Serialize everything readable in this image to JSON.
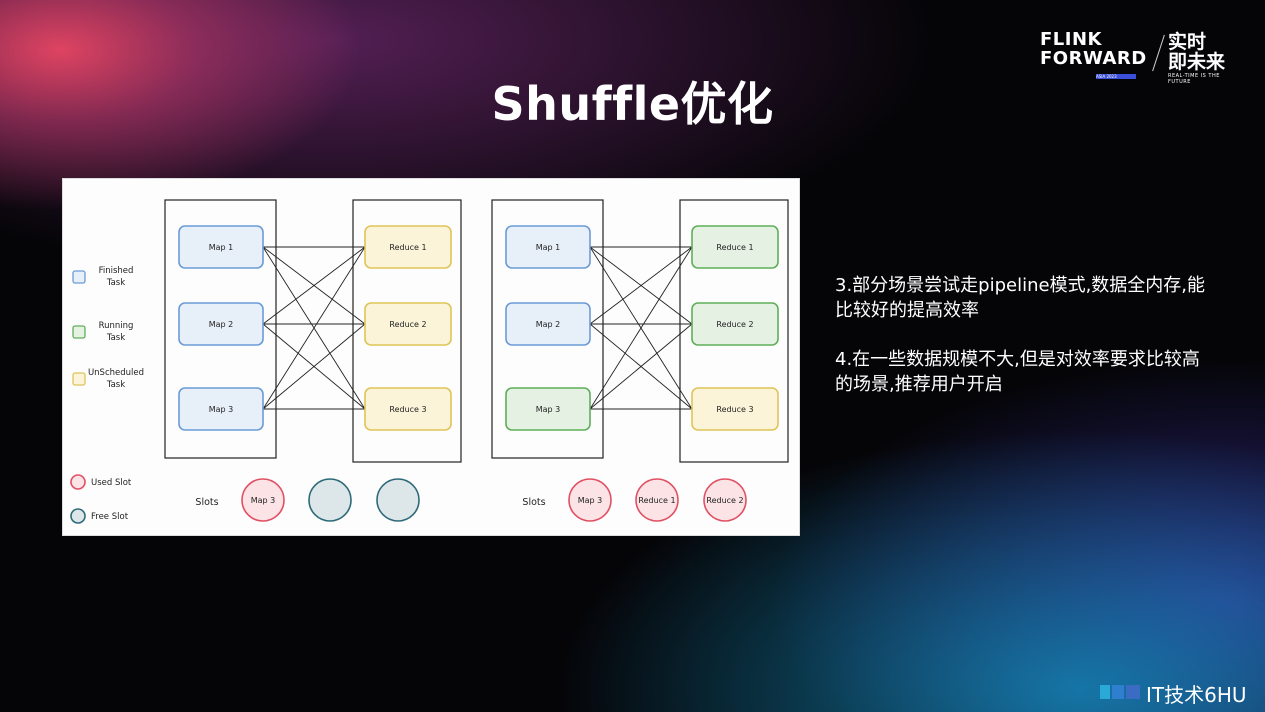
{
  "title": "Shuffle优化",
  "logo": {
    "line1": "FLINK",
    "line2": "FORWARD",
    "badge": "ASIA 2023",
    "cn1": "实时",
    "cn2": "即未来",
    "en": "REAL-TIME IS THE FUTURE"
  },
  "legend": {
    "finished": "Finished Task",
    "running": "Running Task",
    "unscheduled": "UnScheduled Task",
    "used_slot": "Used Slot",
    "free_slot": "Free Slot"
  },
  "colors": {
    "finished": "#6b9bd6",
    "running": "#5fae5a",
    "unscheduled": "#e0c458",
    "used": "#e05064",
    "free": "#2e6a78"
  },
  "left_panel": {
    "maps": [
      "Map 1",
      "Map 2",
      "Map 3"
    ],
    "map_state": "finished",
    "reduces": [
      "Reduce 1",
      "Reduce 2",
      "Reduce 3"
    ],
    "reduce_state": "unscheduled",
    "slots_label": "Slots",
    "slots": [
      {
        "label": "Map 3",
        "state": "used"
      },
      {
        "label": "",
        "state": "free"
      },
      {
        "label": "",
        "state": "free"
      }
    ]
  },
  "right_panel": {
    "maps": [
      "Map 1",
      "Map 2",
      "Map 3"
    ],
    "map_states": [
      "finished",
      "finished",
      "running"
    ],
    "reduces": [
      "Reduce 1",
      "Reduce 2",
      "Reduce 3"
    ],
    "reduce_states": [
      "running",
      "running",
      "unscheduled"
    ],
    "slots_label": "Slots",
    "slots": [
      {
        "label": "Map 3",
        "state": "used"
      },
      {
        "label": "Reduce 1",
        "state": "used"
      },
      {
        "label": "Reduce 2",
        "state": "used"
      }
    ]
  },
  "points": [
    "3.部分场景尝试走pipeline模式,数据全内存,能比较好的提高效率",
    "4.在一些数据规模不大,但是对效率要求比较高的场景,推荐用户开启"
  ],
  "watermark": "IT技术6HU"
}
